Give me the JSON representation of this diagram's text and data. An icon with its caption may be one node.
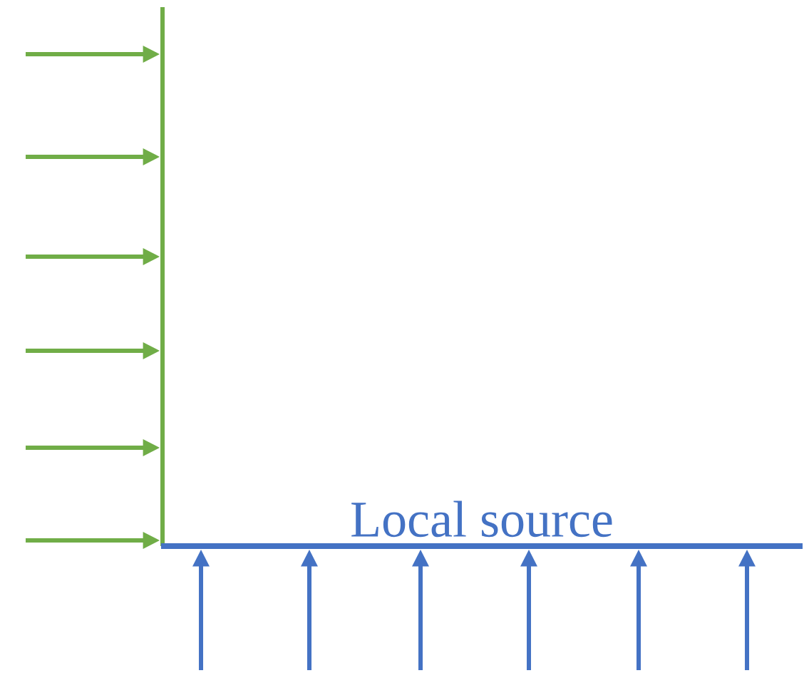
{
  "diagram": {
    "nodes": [
      {
        "text": [],
        "shape": "bar"
      },
      {
        "text": [
          "Local source"
        ]
      }
    ],
    "edges": [
      {
        "from": null,
        "to": 0,
        "arrow": "to",
        "color": "#70ad47"
      },
      {
        "from": null,
        "to": 0,
        "arrow": "to",
        "color": "#70ad47"
      },
      {
        "from": null,
        "to": 0,
        "arrow": "to",
        "color": "#70ad47"
      },
      {
        "from": null,
        "to": 0,
        "arrow": "to",
        "color": "#70ad47"
      },
      {
        "from": null,
        "to": 0,
        "arrow": "to",
        "color": "#70ad47"
      },
      {
        "from": null,
        "to": 0,
        "arrow": "to",
        "color": "#70ad47"
      },
      {
        "from": null,
        "to": 1,
        "arrow": "to",
        "color": "#4472c4"
      },
      {
        "from": null,
        "to": 1,
        "arrow": "to",
        "color": "#4472c4"
      },
      {
        "from": null,
        "to": 1,
        "arrow": "to",
        "color": "#4472c4"
      },
      {
        "from": null,
        "to": 1,
        "arrow": "to",
        "color": "#4472c4"
      },
      {
        "from": null,
        "to": 1,
        "arrow": "to",
        "color": "#4472c4"
      },
      {
        "from": null,
        "to": 1,
        "arrow": "to",
        "color": "#4472c4"
      }
    ]
  }
}
